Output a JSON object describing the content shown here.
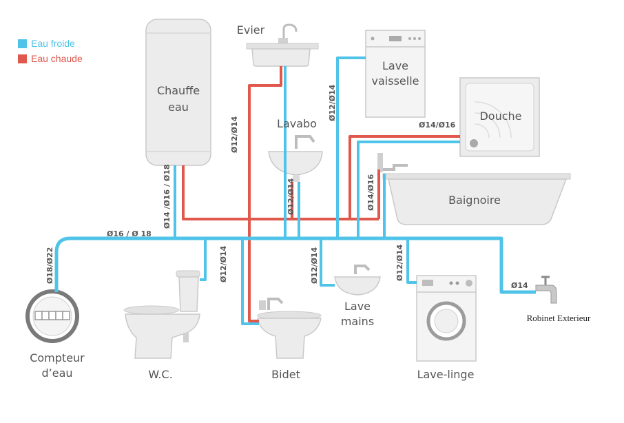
{
  "legend": {
    "items": [
      {
        "label": "Eau froide",
        "color": "#4fc3e8"
      },
      {
        "label": "Eau chaude",
        "color": "#e0574b"
      }
    ]
  },
  "colors": {
    "cold": "#4fc3e8",
    "hot": "#e0574b",
    "fixture_fill": "#ececec",
    "fixture_stroke": "#c9c9c9",
    "label_text": "#555555"
  },
  "fixtures": {
    "chauffe_eau": "Chauffe\neau",
    "evier": "Evier",
    "lave_vaisselle": "Lave\nvaisselle",
    "douche": "Douche",
    "lavabo": "Lavabo",
    "baignoire": "Baignoire",
    "compteur": "Compteur\nd’eau",
    "wc": "W.C.",
    "bidet": "Bidet",
    "lave_mains": "Lave\nmains",
    "lave_linge": "Lave-linge",
    "robinet": "Robinet Exterieur"
  },
  "diameters": {
    "main_line": "Ø16 / Ø 18",
    "meter_riser": "Ø18/Ø22",
    "heater_feed": "Ø14 /Ø16 / Ø18",
    "evier": "Ø12/Ø14",
    "lavabo": "Ø12/Ø14",
    "lave_vaisselle": "Ø12/Ø14",
    "douche": "Ø14/Ø16",
    "baignoire": "Ø14/Ø16",
    "wc": "Ø12/Ø14",
    "lave_mains": "Ø12/Ø14",
    "lave_linge": "Ø12/Ø14",
    "robinet": "Ø14"
  }
}
